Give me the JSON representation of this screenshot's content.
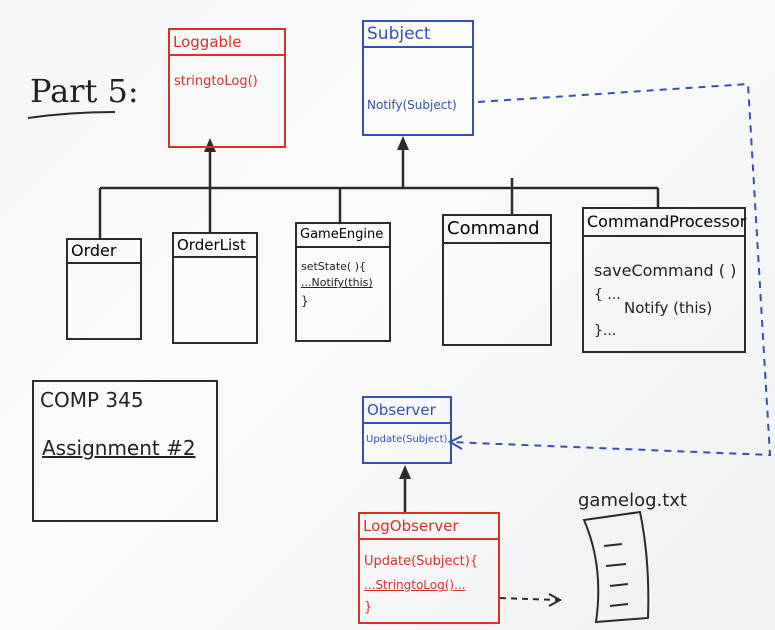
{
  "title": {
    "part": "Part 5:"
  },
  "course": {
    "code": "COMP 345",
    "assignment": "Assignment #2"
  },
  "classes": {
    "loggable": {
      "name": "Loggable",
      "method": "stringtoLog()"
    },
    "subject": {
      "name": "Subject",
      "method": "Notify(Subject)"
    },
    "order": {
      "name": "Order"
    },
    "orderlist": {
      "name": "OrderList"
    },
    "gameengine": {
      "name": "GameEngine",
      "line1": "setState( ){",
      "line2": "...Notify(this)",
      "line3": "}"
    },
    "command": {
      "name": "Command"
    },
    "commandprocessor": {
      "name": "CommandProcessor",
      "line1": "saveCommand ( )",
      "line2": "{ ...",
      "line3": "Notify (this)",
      "line4": "}..."
    },
    "observer": {
      "name": "Observer",
      "method": "Update(Subject)"
    },
    "logobserver": {
      "name": "LogObserver",
      "line1": "Update(Subject){",
      "line2": "...StringtoLog()...",
      "line3": "}"
    }
  },
  "file": {
    "name": "gamelog.txt"
  },
  "colors": {
    "ink": "#2b2b2b",
    "red": "#d9302a",
    "blue": "#3550b0"
  }
}
